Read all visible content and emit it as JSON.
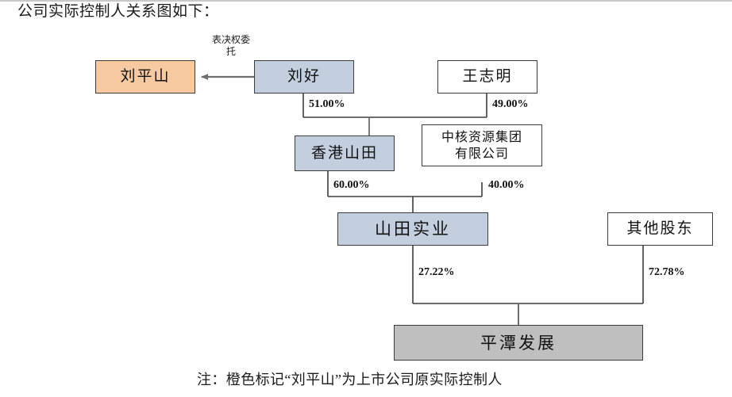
{
  "document": {
    "title": "公司实际控制人关系图如下：",
    "footnote": "注：橙色标记“刘平山”为上市公司原实际控制人"
  },
  "colors": {
    "orange_fill": "#F7C9A0",
    "blue_fill": "#C3CFDF",
    "gray_fill": "#BFBFBF",
    "white_fill": "#FFFFFF",
    "border": "#3C3C3C",
    "connector": "#6E6E6E",
    "rule": "#C9C9C9"
  },
  "chart_data": {
    "type": "diagram",
    "title": "公司实际控制人关系图如下：",
    "nodes": [
      {
        "id": "liupingshan",
        "label": "刘平山",
        "fill": "orange"
      },
      {
        "id": "liuhao",
        "label": "刘好",
        "fill": "blue"
      },
      {
        "id": "wangzhiming",
        "label": "王志明",
        "fill": "white"
      },
      {
        "id": "hongkong-shantian",
        "label": "香港山田",
        "fill": "blue"
      },
      {
        "id": "zhonghe",
        "label_line1": "中核资源集团",
        "label_line2": "有限公司",
        "fill": "white"
      },
      {
        "id": "shantian-shiye",
        "label": "山田实业",
        "fill": "blue"
      },
      {
        "id": "qita-gudong",
        "label": "其他股东",
        "fill": "white"
      },
      {
        "id": "pingtan-fazhan",
        "label": "平潭发展",
        "fill": "gray"
      }
    ],
    "edges": [
      {
        "from": "liuhao",
        "to": "liupingshan",
        "label": "表决权委托",
        "label_line1": "表决权委",
        "label_line2": "托",
        "arrow": true
      },
      {
        "from": "liuhao",
        "to": "hongkong-shantian",
        "label": "51.00%"
      },
      {
        "from": "wangzhiming",
        "to": "hongkong-shantian",
        "label": "49.00%"
      },
      {
        "from": "hongkong-shantian",
        "to": "shantian-shiye",
        "label": "60.00%"
      },
      {
        "from": "zhonghe",
        "to": "shantian-shiye",
        "label": "40.00%"
      },
      {
        "from": "shantian-shiye",
        "to": "pingtan-fazhan",
        "label": "27.22%"
      },
      {
        "from": "qita-gudong",
        "to": "pingtan-fazhan",
        "label": "72.78%"
      }
    ]
  },
  "nodes": {
    "liupingshan": {
      "label": "刘平山"
    },
    "liuhao": {
      "label": "刘好"
    },
    "wangzhiming": {
      "label": "王志明"
    },
    "hongkong_shantian": {
      "label": "香港山田"
    },
    "zhonghe": {
      "line1": "中核资源集团",
      "line2": "有限公司"
    },
    "shantian_shiye": {
      "label": "山田实业"
    },
    "qita_gudong": {
      "label": "其他股东"
    },
    "pingtan_fazhan": {
      "label": "平潭发展"
    }
  },
  "edge_labels": {
    "delegation_line1": "表决权委",
    "delegation_line2": "托",
    "pct_51": "51.00%",
    "pct_49": "49.00%",
    "pct_60": "60.00%",
    "pct_40": "40.00%",
    "pct_2722": "27.22%",
    "pct_7278": "72.78%"
  }
}
